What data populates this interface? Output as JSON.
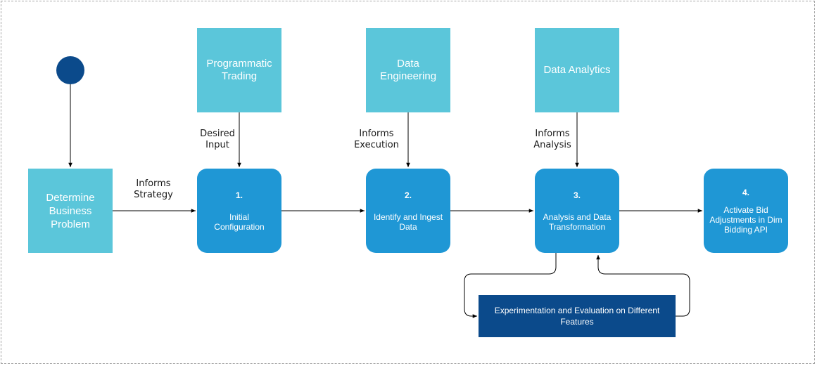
{
  "start": "",
  "problem": "Determine Business Problem",
  "sources": {
    "programmatic": "Programmatic Trading",
    "engineering": "Data Engineering",
    "analytics": "Data Analytics"
  },
  "steps": [
    {
      "num": "1.",
      "label": "Initial Configuration"
    },
    {
      "num": "2.",
      "label": "Identify and Ingest Data"
    },
    {
      "num": "3.",
      "label": "Analysis and Data Transformation"
    },
    {
      "num": "4.",
      "label": "Activate Bid Adjustments in Dim Bidding API"
    }
  ],
  "experiment": "Experimentation and Evaluation on Different Features",
  "edge_labels": {
    "desired_input": "Desired Input",
    "informs_strategy": "Informs Strategy",
    "informs_execution": "Informs Execution",
    "informs_analysis": "Informs Analysis"
  },
  "colors": {
    "light_box": "#5bc6da",
    "step_box": "#1f97d5",
    "dark_box": "#0b4a8b"
  }
}
